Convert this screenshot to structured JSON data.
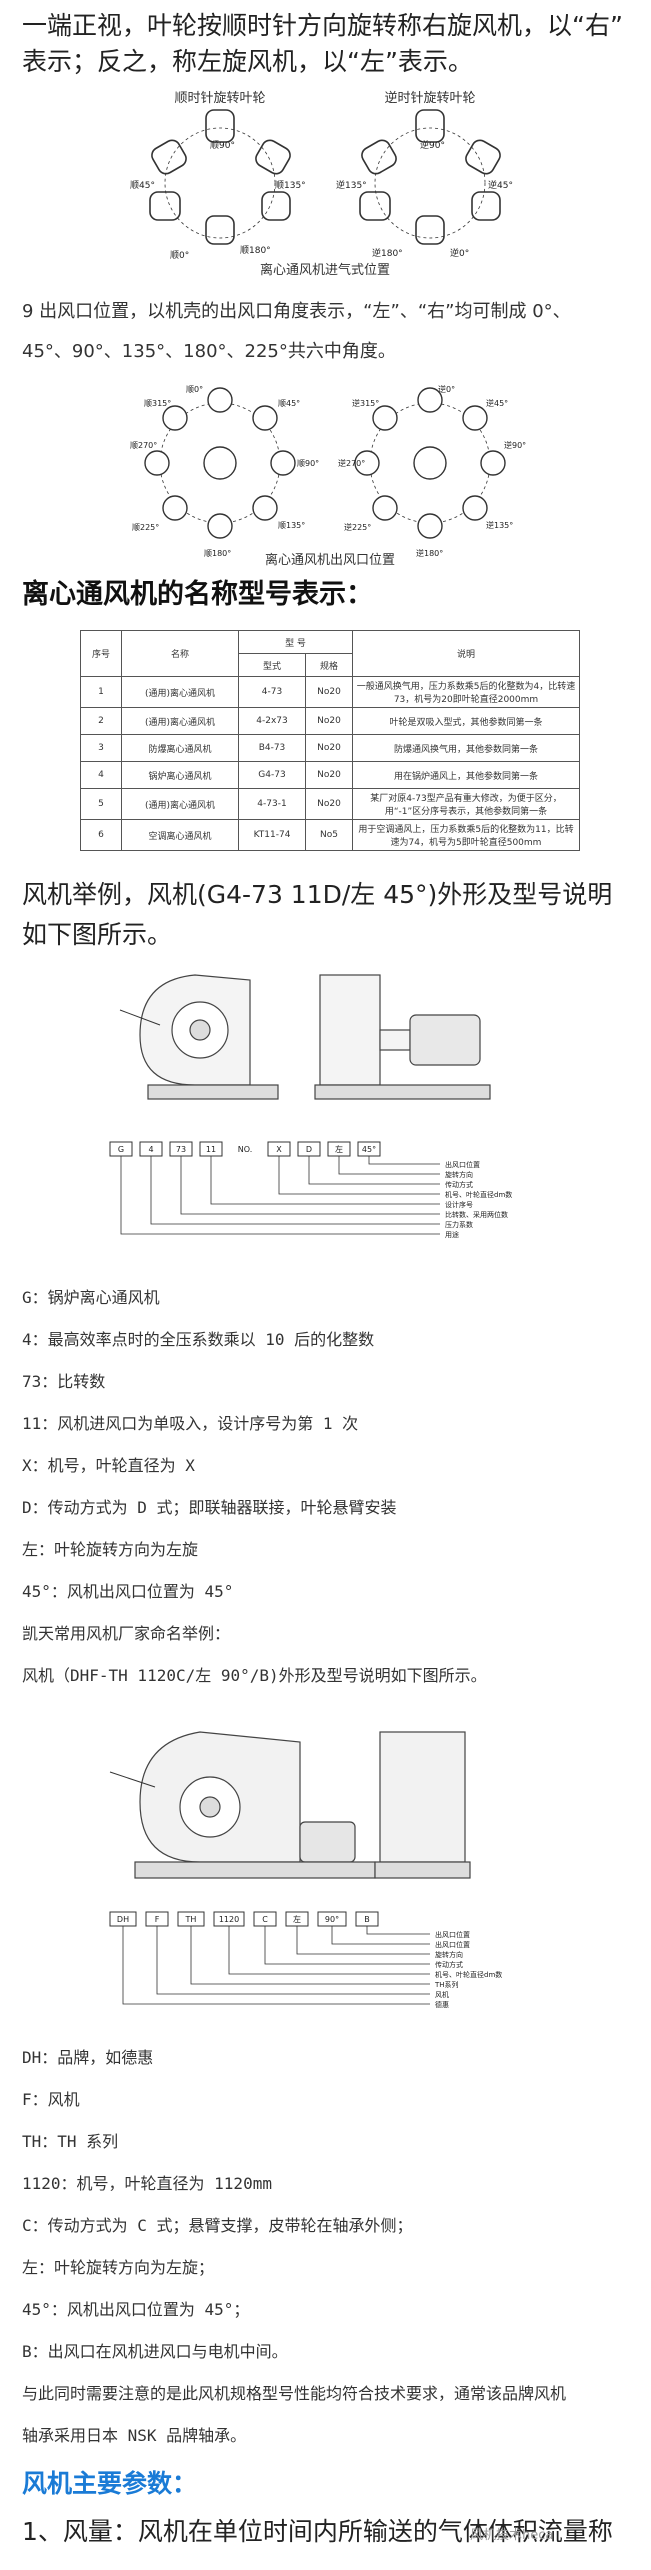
{
  "intro": {
    "line1": "一端正视，叶轮按顺时针方向旋转称右旋风机，以“右”",
    "line2": "表示；反之，称左旋风机，以“左”表示。"
  },
  "fig_inlet": {
    "left_title": "顺时针旋转叶轮",
    "right_title": "逆时针旋转叶轮",
    "left_labels": [
      "顺90°",
      "顺45°",
      "顺135°",
      "顺0°",
      "顺180°"
    ],
    "right_labels": [
      "逆90°",
      "逆135°",
      "逆45°",
      "逆180°",
      "逆0°"
    ],
    "caption": "离心通风机进气式位置"
  },
  "outlet_text": {
    "line1": "9 出风口位置，以机壳的出风口角度表示，“左”、“右”均可制成 0°、",
    "line2": "45°、90°、135°、180°、225°共六中角度。"
  },
  "fig_outlet": {
    "left_labels": [
      "顺0°",
      "顺45°",
      "顺90°",
      "顺135°",
      "顺180°",
      "顺225°",
      "顺270°",
      "顺315°"
    ],
    "right_labels": [
      "逆0°",
      "逆45°",
      "逆90°",
      "逆135°",
      "逆180°",
      "逆225°",
      "逆270°",
      "逆315°"
    ],
    "caption": "离心通风机出风口位置"
  },
  "model_heading": "离心通风机的名称型号表示：",
  "model_table": {
    "headers": {
      "seq": "序号",
      "name": "名称",
      "model_group": "型 号",
      "type": "型式",
      "spec": "规格",
      "desc": "说明"
    },
    "rows": [
      {
        "seq": "1",
        "name": "(通用)离心通风机",
        "type": "4-73",
        "spec": "No20",
        "desc": "一般通风换气用，压力系数乘5后的化整数为4，比转速73，机号为20即叶轮直径2000mm"
      },
      {
        "seq": "2",
        "name": "(通用)离心通风机",
        "type": "4-2x73",
        "spec": "No20",
        "desc": "叶轮是双吸入型式，其他参数同第一条"
      },
      {
        "seq": "3",
        "name": "防爆离心通风机",
        "type": "B4-73",
        "spec": "No20",
        "desc": "防爆通风换气用，其他参数同第一条"
      },
      {
        "seq": "4",
        "name": "锅炉离心通风机",
        "type": "G4-73",
        "spec": "No20",
        "desc": "用在锅炉通风上，其他参数同第一条"
      },
      {
        "seq": "5",
        "name": "(通用)离心通风机",
        "type": "4-73-1",
        "spec": "No20",
        "desc": "某厂对原4-73型产品有重大修改，为便于区分，用“-1”区分序号表示，其他参数同第一条"
      },
      {
        "seq": "6",
        "name": "空调离心通风机",
        "type": "KT11-74",
        "spec": "No5",
        "desc": "用于空调通风上，压力系数乘5后的化整数为11，比转速为74，机号为5即叶轮直径500mm"
      }
    ]
  },
  "example1": {
    "line1": "风机举例，风机(G4-73 11D/左 45°)外形及型号说明",
    "line2": "如下图所示。"
  },
  "fig_g4": {
    "boxes": [
      "G",
      "4",
      "73",
      "11",
      "NO.",
      "X",
      "D",
      "左",
      "45°"
    ],
    "labels": [
      "出风口位置",
      "旋转方向",
      "传动方式",
      "机号、叶轮直径dm数",
      "设计序号",
      "比转数、采用两位数",
      "压力系数",
      "用途"
    ]
  },
  "g4_desc": [
    "G：锅炉离心通风机",
    "4：最高效率点时的全压系数乘以 10 后的化整数",
    "73：比转数",
    "11：风机进风口为单吸入，设计序号为第 1 次",
    "X：机号，叶轮直径为 X",
    "D：传动方式为 D 式；即联轴器联接，叶轮悬臂安装",
    "左：叶轮旋转方向为左旋",
    "45°：风机出风口位置为 45°",
    "凯天常用风机厂家命名举例：",
    "风机（DHF-TH 1120C/左 90°/B)外形及型号说明如下图所示。"
  ],
  "fig_dh": {
    "boxes": [
      "DH",
      "F",
      "TH",
      "1120",
      "C",
      "左",
      "90°",
      "B"
    ],
    "labels": [
      "出风口位置",
      "出风口位置",
      "旋转方向",
      "传动方式",
      "机号、叶轮直径dm数",
      "TH系列",
      "风机",
      "德惠"
    ]
  },
  "dh_desc": [
    "DH：品牌，如德惠",
    "F：风机",
    "TH：TH 系列",
    "1120：机号，叶轮直径为 1120mm",
    "C：传动方式为 C 式；悬臂支撑，皮带轮在轴承外侧；",
    "左：叶轮旋转方向为左旋；",
    "45°：风机出风口位置为 45°；",
    "B：出风口在风机进风口与电机中间。",
    "与此同时需要注意的是此风机规格型号性能均符合技术要求，通常该品牌风机",
    "轴承采用日本 NSK 品牌轴承。"
  ],
  "params_heading": "风机主要参数：",
  "params_line1": "1、风量：风机在单位时间内所输送的气体体积流量称",
  "watermark": "风机技术heca"
}
